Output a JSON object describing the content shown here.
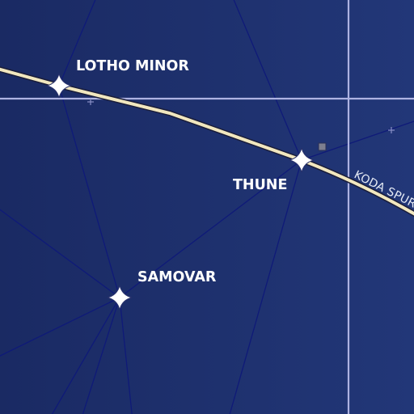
{
  "map": {
    "systems": [
      {
        "id": "lotho-minor",
        "name": "LOTHO MINOR"
      },
      {
        "id": "thune",
        "name": "THUNE"
      },
      {
        "id": "samovar",
        "name": "SAMOVAR"
      }
    ],
    "routes": [
      {
        "id": "koda-spur",
        "label": "KODA SPUR"
      }
    ],
    "colors": {
      "background_left": "#1a2a63",
      "background_right": "#223778",
      "hyperlane": "#0f1a78",
      "route": "#f1e7bf",
      "route_outline": "#1a1d3a",
      "grid": "#aeb3e2",
      "star": "#ffffff",
      "label": "#ffffff",
      "marker": "#7d7f8f"
    },
    "icons": {
      "system": "four-point-star-icon",
      "waypoint": "small-crosshair-icon",
      "poi": "square-marker-icon"
    }
  }
}
